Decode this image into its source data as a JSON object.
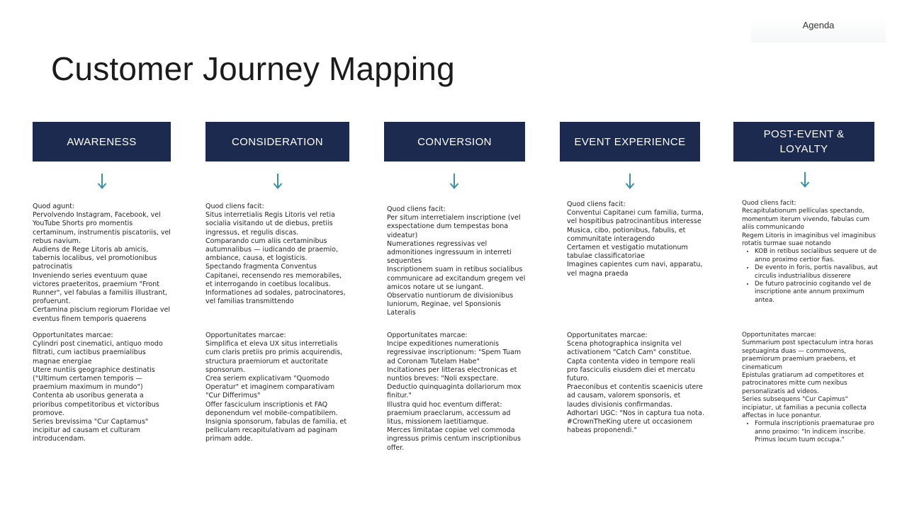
{
  "nav": {
    "agenda_label": "Agenda"
  },
  "title": "Customer Journey Mapping",
  "colors": {
    "header_bg": "#1b2a4e",
    "arrow": "#3b8fa8"
  },
  "stages": [
    {
      "name": "AWARENESS",
      "arrow_icon": "arrow-down-icon",
      "top": [
        "Quod agunt:",
        "Pervolvendo Instagram, Facebook, vel YouTube Shorts pro momentis certaminum, instrumentis piscatoriis, vel rebus navium.",
        "Audiens de Rege Litoris ab amicis, tabernis localibus, vel promotionibus patrocinatis",
        "Inveniendo series eventuum quae victores praeteritos, praemium \"Front Runner\", vel fabulas a familiis illustrant, profuerunt.",
        "Certamina piscium regiorum Floridae vel eventus finem temporis quaerens"
      ],
      "top_bullets": [],
      "bottom": [
        "Opportunitates marcae:",
        "Cylindri post cinematici, antiquo modo filtrati, cum iactibus praemialibus magnae energiae",
        "Utere nuntiis geographice destinatis (\"Ultimum certamen temporis — praemium maximum in mundo\")",
        "Contenta ab usoribus generata a prioribus competitoribus et victoribus promove.",
        "Series brevissima \"Cur Captamus\" incipitur ad causam et culturam introducendam."
      ],
      "bottom_bullets": []
    },
    {
      "name": "CONSIDERATION",
      "arrow_icon": "arrow-down-icon",
      "top": [
        "Quod cliens facit:",
        "Situs interretialis Regis Litoris vel retia socialia visitando ut de diebus, pretiis ingressus, et regulis discas.",
        "Comparando cum aliis certaminibus autumnalibus — iudicando de praemio, ambiance, causa, et logisticis.",
        "Spectando fragmenta Conventus Capitanei, recensendo res memorabiles, et interrogando in coetibus localibus.",
        "Informationes ad sodales, patrocinatores, vel familias transmittendo"
      ],
      "top_bullets": [],
      "bottom": [
        "Opportunitates marcae:",
        "Simplifica et eleva UX situs interretialis cum claris pretiis pro primis acquirendis, structura praemiorum et auctoritate sponsorum.",
        "Crea seriem explicativam \"Quomodo Operatur\" et imaginem comparativam \"Cur Differimus\"",
        "Offer fasciculum inscriptionis et FAQ deponendum vel mobile-compatibilem.",
        "Insignia sponsorum, fabulas de familia, et pelliculam recapitulativam ad paginam primam adde."
      ],
      "bottom_bullets": []
    },
    {
      "name": "CONVERSION",
      "arrow_icon": "arrow-down-icon",
      "top": [
        "Quod cliens facit:",
        "Per situm interretialem inscriptione (vel exspectatione dum tempestas bona videatur)",
        "Numerationes regressivas vel admonitiones ingressuum in interreti sequentes",
        "Inscriptionem suam in retibus socialibus communicare ad excitandum gregem vel amicos notare ut se iungant.",
        "Observatio nuntiorum de divisionibus Iuniorum, Reginae, vel Sponsionis Lateralis"
      ],
      "top_bullets": [],
      "bottom": [
        "Opportunitates marcae:",
        "Incipe expeditiones numerationis regressivae inscriptionum: \"Spem Tuam ad Coronam Tutelam Habe\"",
        "Incitationes per litteras electronicas et nuntios breves: \"Noli exspectare. Deductio quinquaginta dollariorum mox finitur.\"",
        "Illustra quid hoc eventum differat: praemium praeclarum, accessum ad litus, missionem laetitiamque.",
        "Merces limitatae copiae vel commoda ingressus primis centum inscriptionibus offer."
      ],
      "bottom_bullets": []
    },
    {
      "name": "EVENT EXPERIENCE",
      "arrow_icon": "arrow-down-icon",
      "top": [
        "Quod cliens facit:",
        "Conventui Capitanei cum familia, turma, vel hospitibus patrocinantibus interesse",
        "Musica, cibo, potionibus, fabulis, et communitate interagendo",
        "Certamen et vestigatio mutationum tabulae classificatoriae",
        "Imagines capientes cum navi, apparatu, vel magna praeda"
      ],
      "top_bullets": [],
      "bottom": [
        "Opportunitates marcae:",
        "Scena photographica insignita vel activationem \"Catch Cam\" constitue.",
        "Capta contenta video in tempore reali pro fasciculis eiusdem diei et mercatu futuro.",
        "Praeconibus et contentis scaenicis utere ad causam, valorem sponsoris, et laudes divisionis confirmandas.",
        "Adhortari UGC: \"Nos in captura tua nota. #CrownTheKing utere ut occasionem habeas proponendi.\""
      ],
      "bottom_bullets": []
    },
    {
      "name": "POST-EVENT & LOYALTY",
      "arrow_icon": "arrow-down-icon",
      "top": [
        "Quod cliens facit:",
        "Recapitulationum pelliculas spectando, momentum iterum vivendo, fabulas cum aliis communicando",
        "Regem Litoris in imaginibus vel imaginibus rotatis turmae suae notando"
      ],
      "top_bullets": [
        "KOB in retibus socialibus sequere ut de anno proximo certior fias.",
        "De evento in foris, portis navalibus, aut circulis industrialibus disserere",
        "De futuro patrocinio cogitando vel de inscriptione ante annum proximum antea."
      ],
      "bottom": [
        "Opportunitates marcae:",
        "Summarium post spectaculum intra horas septuaginta duas — commovens, praemiorum praemium praebens, et cinematicum",
        "Epistulas gratiarum ad competitores et patrocinatores mitte cum nexibus personalizatis ad videos.",
        "Series subsequens \"Cur Capimus\" incipiatur, ut familias a pecunia collecta affectas in luce ponantur."
      ],
      "bottom_bullets": [
        "Formula inscriptionis praematurae pro anno proximo: \"In indicem inscribe. Primus locum tuum occupa.\""
      ]
    }
  ]
}
